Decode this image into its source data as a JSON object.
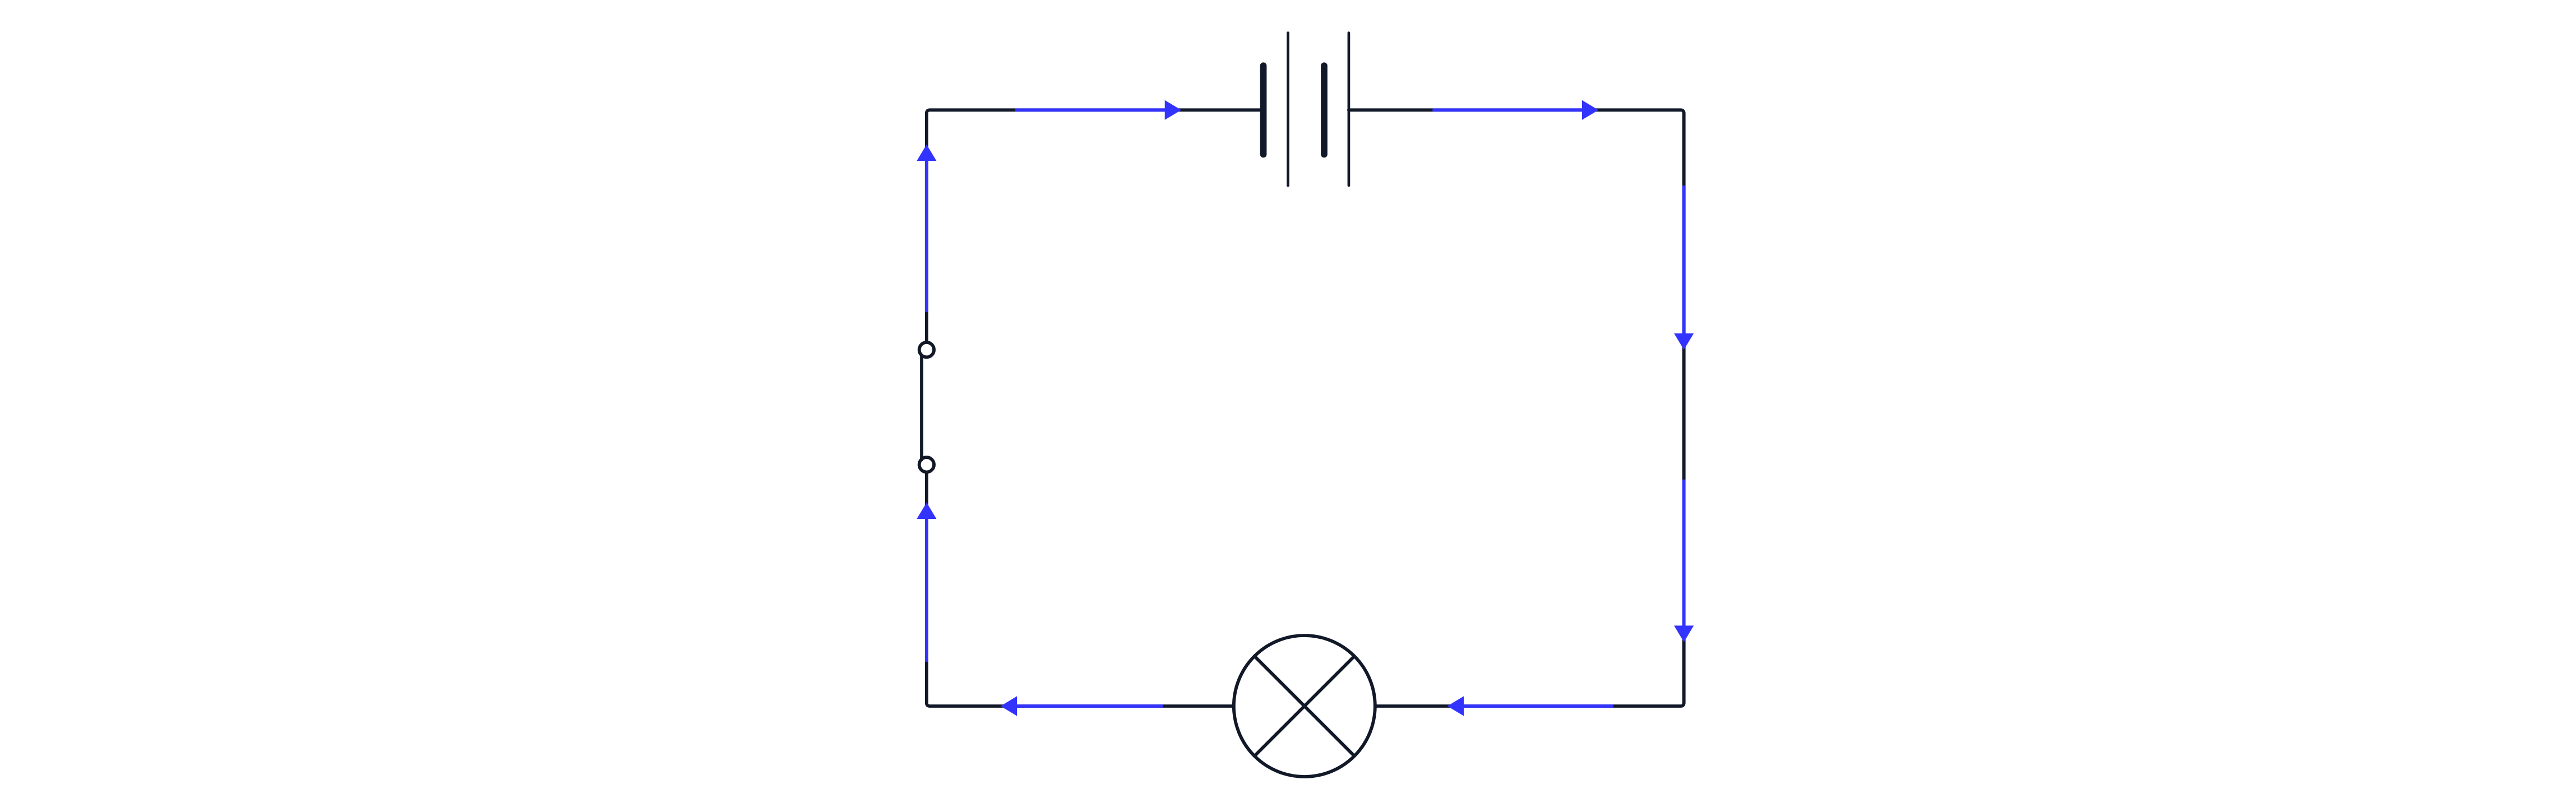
{
  "diagram": {
    "type": "circuit",
    "components": [
      "battery",
      "switch",
      "lamp"
    ],
    "current_direction": "clockwise",
    "colors": {
      "wire": "#111827",
      "current": "#3333ff",
      "background": "#ffffff"
    }
  }
}
